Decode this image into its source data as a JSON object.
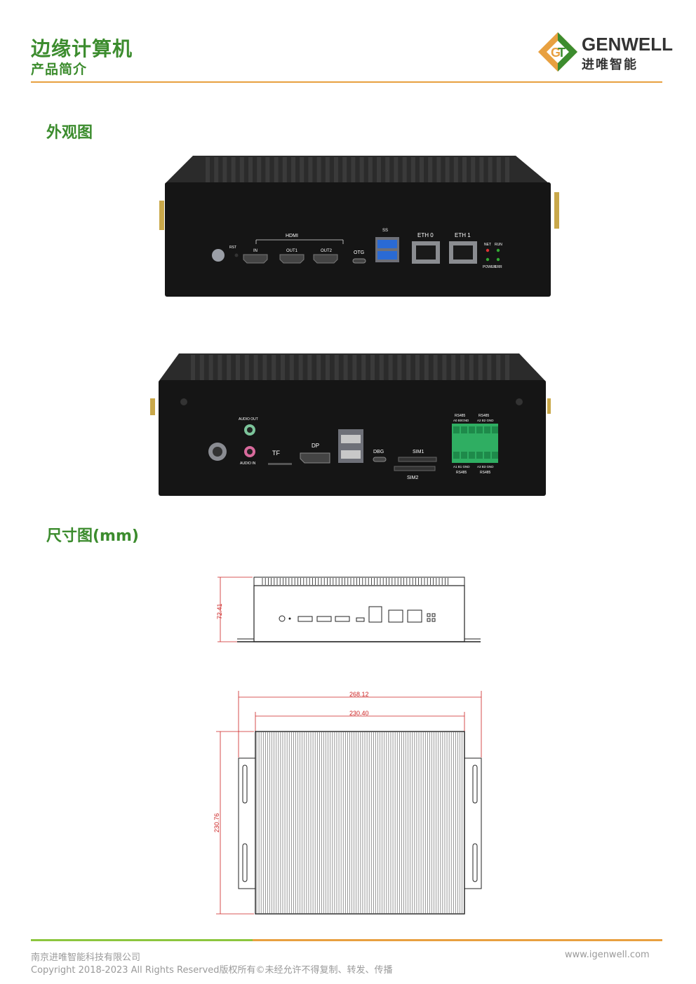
{
  "header": {
    "title": "边缘计算机",
    "subtitle": "产品简介",
    "logo_en": "GENWELL",
    "logo_cn": "进唯智能"
  },
  "sections": {
    "appearance": "外观图",
    "dimensions": "尺寸图(mm)"
  },
  "front_panel": {
    "hdmi_group": "HDMI",
    "rst": "RST",
    "hdmi_in": "IN",
    "hdmi_out1": "OUT1",
    "hdmi_out2": "OUT2",
    "otg": "OTG",
    "usb3": "SS",
    "eth0": "ETH 0",
    "eth1": "ETH 1",
    "net": "NET",
    "run": "RUN",
    "power": "POWER",
    "err": "ERR"
  },
  "rear_panel": {
    "audio_out": "AUDIO OUT",
    "audio_in": "AUDIO IN",
    "tf": "TF",
    "dp": "DP",
    "dbg": "DBG",
    "sim1": "SIM1",
    "sim2": "SIM2",
    "rs485": "RS485",
    "pins_top_left": "A0 B0GND",
    "pins_top_right": "A2 B2 GND",
    "pins_bottom_left": "A1 B1 GND",
    "pins_bottom_right": "A3 B3 GND"
  },
  "drawing": {
    "height": "72.41",
    "overall_width": "268.12",
    "body_width": "230.40",
    "depth": "230.76"
  },
  "footer": {
    "company": "南京进唯智能科技有限公司",
    "copyright": "Copyright 2018-2023 All Rights Reserved版权所有©未经允许不得复制、转发、传播",
    "website": "www.igenwell.com"
  },
  "colors": {
    "brand_green": "#3c8c2e",
    "accent_orange": "#e8a040",
    "footer_green": "#8cc63e",
    "dimension_red": "#cc2222"
  }
}
